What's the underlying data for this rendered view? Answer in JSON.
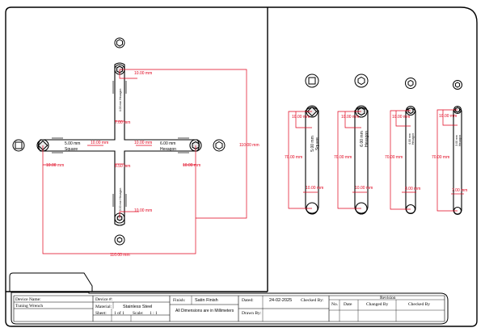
{
  "center_part": {
    "left_label_size": "5.00 mm",
    "left_label_shape": "Square",
    "right_label_size": "6.00 mm",
    "right_label_shape": "Hexagon",
    "top_arm_label": "4.00 mm Hexagon",
    "bottom_arm_label": "3.00 mm Hexagon"
  },
  "dimensions": {
    "top_offset": "10.00 mm",
    "top_arm_width": "7.00 mm",
    "left_arm": "10.00 mm",
    "right_arm": "10.00 mm",
    "bottom_arm_width": "8.50 mm",
    "left_offset": "10.00 mm",
    "right_offset": "10.00 mm",
    "bottom_offset": "10.00 mm",
    "total_height": "110.00 mm",
    "total_width": "110.00 mm"
  },
  "side_parts": [
    {
      "label_size": "5.00 mm",
      "label_shape": "Square",
      "top_dim": "10.00 mm",
      "length_dim": "70.00 mm",
      "bottom_dim": "10.00 mm"
    },
    {
      "label_size": "6.00 mm",
      "label_shape": "Hexagon",
      "top_dim": "10.00 mm",
      "length_dim": "70.00 mm",
      "bottom_dim": "10.00 mm"
    },
    {
      "label_size": "4.00 mm",
      "label_shape": "Hexagon",
      "top_dim": "10.00 mm",
      "length_dim": "70.00 mm",
      "bottom_dim": "8.00 mm"
    },
    {
      "label_size": "3.00 mm",
      "label_shape": "Hexagon",
      "top_dim": "10.00 mm",
      "length_dim": "70.00 mm",
      "bottom_dim": "7.00 mm"
    }
  ],
  "title_block": {
    "device_name_label": "Device Name:",
    "device_name_value": "Tuning Wrench",
    "device_no_label": "Device #:",
    "device_no_value": "",
    "material_label": "Material:",
    "material_value": "Stainless Steel",
    "sheet_label": "Sheet:",
    "sheet_value": "1 of 1",
    "scale_label": "Scale:",
    "scale_value": "1 : 1",
    "finish_label": "Finish:",
    "finish_value": "Satin Finish",
    "units_note": "All Dimensions are in Millimeters",
    "dated_label": "Dated:",
    "dated_value": "24-02-2025",
    "checked_label": "Checked By:",
    "drawn_label": "Drawn By:",
    "revision_title": "Revision",
    "rev_no": "No.",
    "rev_date": "Date",
    "rev_changed": "Changed By",
    "rev_checked": "Checked By"
  },
  "colors": {
    "line": "#000000",
    "dimension": "#e0001b",
    "socket_fill": "#e8e8e8"
  }
}
